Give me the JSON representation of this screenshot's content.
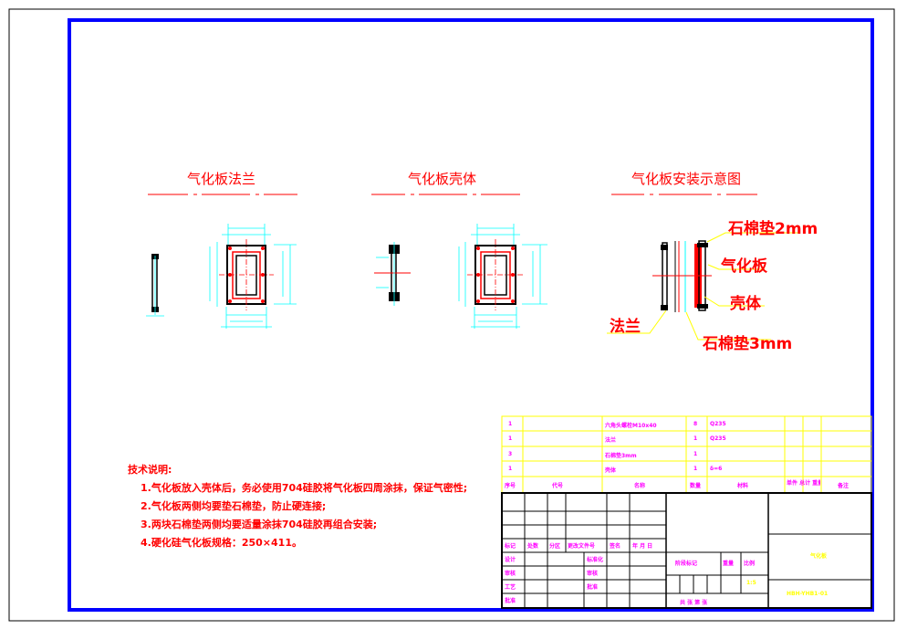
{
  "titles": {
    "flange": "气化板法兰",
    "shell": "气化板壳体",
    "install": "气化板安装示意图"
  },
  "callouts": {
    "gasket_top": "石棉垫2mm",
    "plate": "气化板",
    "shell": "壳体",
    "flange": "法兰",
    "gasket_bottom": "石棉垫3mm"
  },
  "notes": {
    "heading": "技术说明:",
    "lines": [
      "1.气化板放入壳体后，务必使用704硅胶将气化板四周涂抹，保证气密性;",
      "2.气化板两侧均要垫石棉垫，防止硬连接;",
      "3.两块石棉垫两侧均要适量涂抹704硅胶再组合安装;",
      "4.硬化硅气化板规格：250×411。"
    ]
  },
  "bom": {
    "rows": [
      {
        "no": "1",
        "name": "六角头螺栓M10x40",
        "qty": "8",
        "material": "Q235"
      },
      {
        "no": "1",
        "name": "法兰",
        "qty": "1",
        "material": "Q235"
      },
      {
        "no": "3",
        "name": "石棉垫3mm",
        "qty": "1",
        "material": ""
      },
      {
        "no": "1",
        "name": "壳体",
        "qty": "1",
        "material": "δ=6"
      }
    ],
    "header": {
      "no": "序号",
      "code": "代号",
      "name": "名称",
      "qty": "数量",
      "material": "材料",
      "weight": "单件 总计 重量",
      "remarks": "备注"
    }
  },
  "title_block": {
    "drawing_name": "气化板",
    "drawing_no": "HBH-YHB1-01",
    "sheet_info": "共 张 第 张",
    "stage_label": "阶段标记",
    "weight_label": "重量",
    "scale_label": "比例",
    "scale_value": "1:5",
    "rows": [
      "设计",
      "审核",
      "工艺",
      "批准"
    ],
    "cols": [
      "标记",
      "处数",
      "分区",
      "更改文件号",
      "签名",
      "年 月 日"
    ],
    "mid": [
      "标准化",
      "审核",
      "批准"
    ]
  }
}
